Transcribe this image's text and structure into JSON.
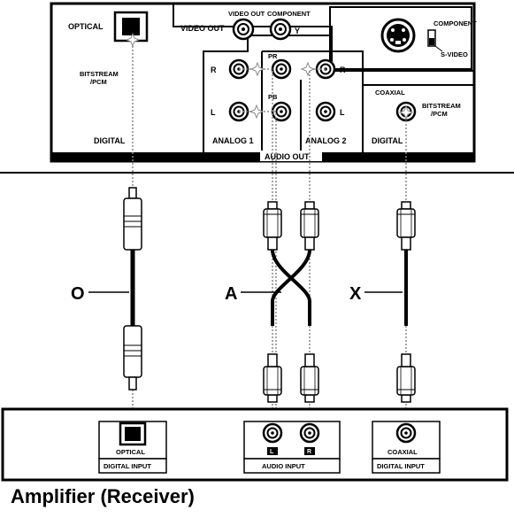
{
  "player": {
    "video_out_label": "VIDEO OUT",
    "video_out_jack_label": "VIDEO OUT",
    "component_label": "COMPONENT",
    "y_label": "Y",
    "pr_label": "PR",
    "pb_label": "PB",
    "switch_component_label": "COMPONENT",
    "switch_svideo_label": "S-VIDEO",
    "optical_label": "OPTICAL",
    "bitstream_label_1": "BITSTREAM",
    "bitstream_label_2": "/PCM",
    "coaxial_label": "COAXIAL",
    "coax_bitstream_1": "BITSTREAM",
    "coax_bitstream_2": "/PCM",
    "analog1_r": "R",
    "analog1_l": "L",
    "analog2_r": "R",
    "analog2_l": "L",
    "digital_left": "DIGITAL",
    "analog1": "ANALOG 1",
    "analog2": "ANALOG 2",
    "digital_right": "DIGITAL",
    "audio_out": "AUDIO OUT"
  },
  "cables": {
    "optical_letter": "O",
    "audio_letter": "A",
    "coax_letter": "X"
  },
  "amplifier": {
    "optical_label": "OPTICAL",
    "optical_group": "DIGITAL INPUT",
    "audio_l": "L",
    "audio_r": "R",
    "audio_group": "AUDIO INPUT",
    "coaxial_label": "COAXIAL",
    "coaxial_group": "DIGITAL INPUT",
    "caption": "Amplifier (Receiver)"
  }
}
